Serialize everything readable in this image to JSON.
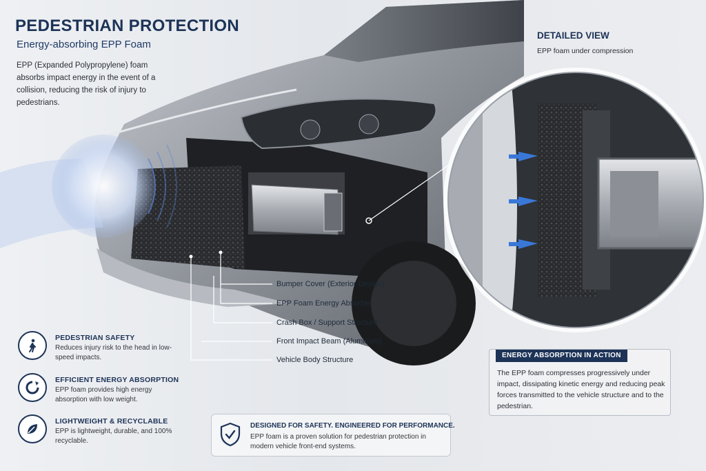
{
  "header": {
    "title": "PEDESTRIAN PROTECTION",
    "subtitle": "Energy-absorbing EPP Foam",
    "intro": "EPP (Expanded Polypropylene) foam absorbs impact energy in the event of a collision, reducing the risk of injury to pedestrians."
  },
  "features": [
    {
      "icon": "pedestrian-icon",
      "title": "PEDESTRIAN SAFETY",
      "text": "Reduces injury risk to the head in low-speed impacts."
    },
    {
      "icon": "energy-cycle-icon",
      "title": "EFFICIENT ENERGY ABSORPTION",
      "text": "EPP foam provides high energy absorption with low weight."
    },
    {
      "icon": "leaf-icon",
      "title": "LIGHTWEIGHT & RECYCLABLE",
      "text": "EPP is lightweight, durable, and 100% recyclable."
    }
  ],
  "callouts": [
    "Bumper Cover (Exterior Design)",
    "EPP Foam Energy Absorber",
    "Crash Box / Support Structure",
    "Front Impact Beam (Aluminum)",
    "Vehicle Body Structure"
  ],
  "detail": {
    "title": "DETAILED VIEW",
    "subtitle": "EPP foam under compression"
  },
  "energy_absorption": {
    "title": "ENERGY ABSORPTION IN ACTION",
    "text": "The EPP foam compresses progressively under impact, dissipating kinetic energy and reducing peak forces transmitted to the vehicle structure and to the pedestrian."
  },
  "design_box": {
    "icon": "shield-check-icon",
    "title": "DESIGNED FOR SAFETY. ENGINEERED FOR PERFORMANCE.",
    "text": "EPP foam is a proven solution for pedestrian protection in modern vehicle front-end systems."
  },
  "colors": {
    "navy": "#1d3357",
    "accent_blue": "#3a78d8",
    "foam": "#2a2b2e",
    "aluminum": "#b9bcc1"
  }
}
